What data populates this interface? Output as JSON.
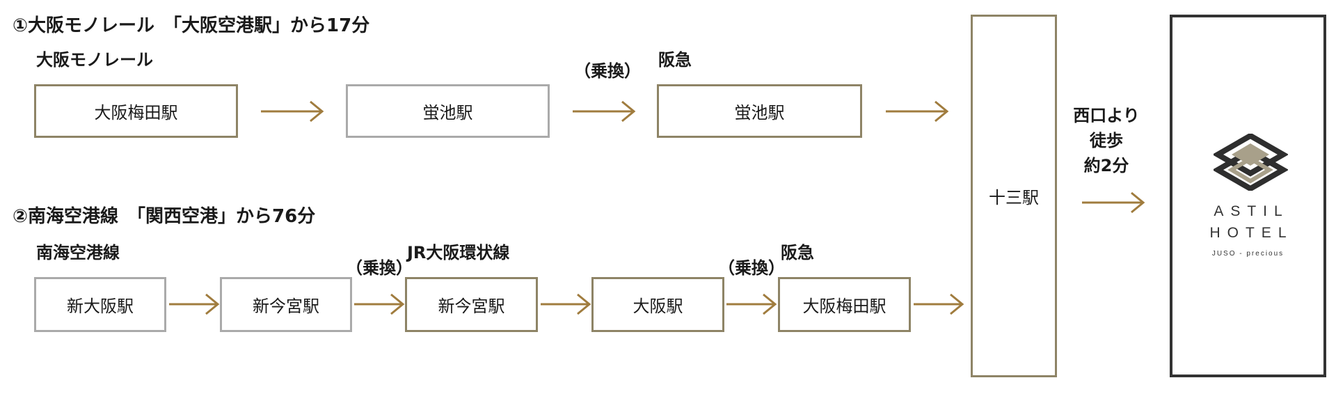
{
  "route1": {
    "title": "①大阪モノレール　「大阪空港駅」から17分",
    "line_label": "大阪モノレール",
    "transfer_label": "（乗換）",
    "line2_label": "阪急",
    "stations": [
      "大阪梅田駅",
      "蛍池駅",
      "蛍池駅"
    ]
  },
  "route2": {
    "title": "②南海空港線　「関西空港」から76分",
    "line_label": "南海空港線",
    "transfer1_label": "（乗換）",
    "line2_label": "JR大阪環状線",
    "transfer2_label": "（乗換）",
    "line3_label": "阪急",
    "stations": [
      "新大阪駅",
      "新今宮駅",
      "新今宮駅",
      "大阪駅",
      "大阪梅田駅"
    ]
  },
  "junction": {
    "station": "十三駅"
  },
  "walk": {
    "line1": "西口より",
    "line2": "徒歩",
    "line3": "約2分"
  },
  "hotel": {
    "line1": "ASTIL",
    "line2": "HOTEL",
    "sub": "JUSO - precious"
  },
  "colors": {
    "arrow": "#a07c3e",
    "gold_border": "#8e8466",
    "gray_border": "#aaaaaa",
    "hotel_border": "#333333"
  }
}
